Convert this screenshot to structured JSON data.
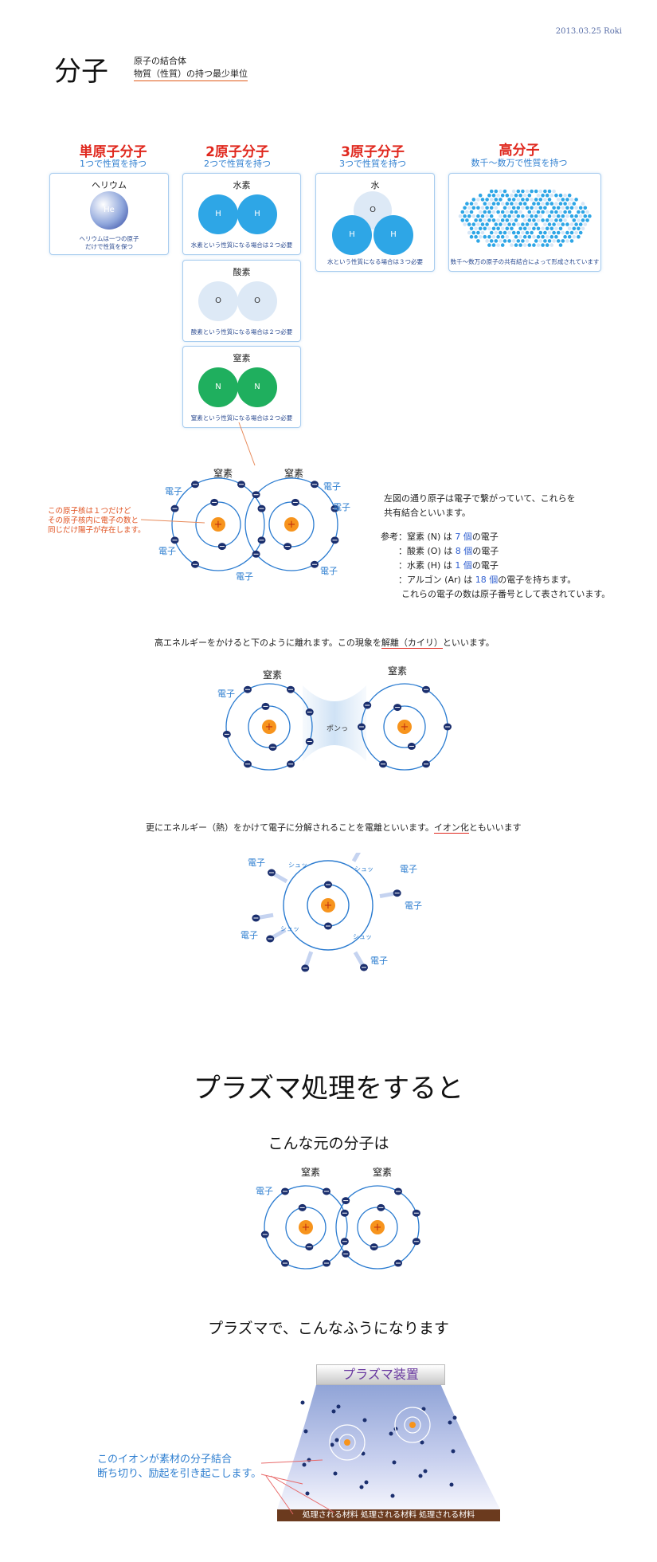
{
  "header": {
    "date": "2013.03.25  Roki",
    "title": "分子",
    "subtitle1": "原子の結合体",
    "subtitle2": "物質（性質）の持つ最少単位"
  },
  "categories": [
    {
      "title": "単原子分子",
      "sub": "1つで性質を持つ"
    },
    {
      "title": "2原子分子",
      "sub": "2つで性質を持つ"
    },
    {
      "title": "3原子分子",
      "sub": "3つで性質を持つ"
    },
    {
      "title": "高分子",
      "sub": "数千～数万で性質を持つ"
    }
  ],
  "cards": {
    "helium": {
      "title": "ヘリウム",
      "atom": "He",
      "note1": "ヘリウムは一つの原子",
      "note2": "だけで性質を保つ"
    },
    "hydrogen": {
      "title": "水素",
      "atom": "H",
      "note": "水素という性質になる場合は２つ必要"
    },
    "oxygen": {
      "title": "酸素",
      "atom": "O",
      "note": "酸素という性質になる場合は２つ必要"
    },
    "nitrogen": {
      "title": "窒素",
      "atom": "N",
      "note": "窒素という性質になる場合は２つ必要"
    },
    "water": {
      "title": "水",
      "atom_o": "O",
      "atom_h": "H",
      "note": "水という性質になる場合は３つ必要"
    },
    "polymer": {
      "note": "数千～数万の原子の共有結合によって形成されています"
    }
  },
  "diagram1": {
    "label_left": "窒素",
    "label_right": "窒素",
    "electron": "電子",
    "note1": "この原子核は１つだけど",
    "note2": "その原子核内に電子の数と",
    "note3": "同じだけ陽子が存在します。"
  },
  "explain": {
    "line1": "左図の通り原子は電子で繋がっていて、これらを",
    "line2": "共有結合といいます。",
    "ref_label": "参考：",
    "ref1_pre": "窒素 (N) は ",
    "ref1_num": "7 個",
    "ref1_post": "の電子",
    "ref2_pre": "：酸素 (O) は ",
    "ref2_num": "8 個",
    "ref2_post": "の電子",
    "ref3_pre": "：水素 (H) は ",
    "ref3_num": "1 個",
    "ref3_post": "の電子",
    "ref4_pre": "：アルゴン (Ar) は ",
    "ref4_num": "18 個",
    "ref4_post": "の電子を持ちます。",
    "ref5": "これらの電子の数は原子番号として表されています。"
  },
  "dissociation": {
    "text_pre": "高エネルギーをかけると下のように離れます。この現象を",
    "text_term": "解離（カイリ）",
    "text_post": "といいます。",
    "label_left": "窒素",
    "label_right": "窒素",
    "electron": "電子",
    "pon": "ポンっ"
  },
  "ionization": {
    "text_pre": "更にエネルギー（熱）をかけて電子に分解されることを電離といいます。",
    "text_term": "イオン化",
    "text_post": "ともいいます",
    "electron": "電子",
    "shu": "シュッ"
  },
  "plasma": {
    "headline": "プラズマ処理をすると",
    "original": "こんな元の分子は",
    "label_left": "窒素",
    "label_right": "窒素",
    "electron": "電子",
    "after": "プラズマで、こんなふうになります",
    "device": "プラズマ装置",
    "ion_note1": "このイオンが素材の分子結合",
    "ion_note2": "断ち切り、励起を引き起こします。",
    "material": "処理される材料  処理される材料  処理される材料"
  },
  "colors": {
    "red": "#e0281e",
    "blue": "#2f7fd0",
    "hydrogen": "#2ea6e6",
    "oxygen": "#dde9f6",
    "nitrogen": "#1faf5e",
    "nucleus": "#f7941d"
  }
}
